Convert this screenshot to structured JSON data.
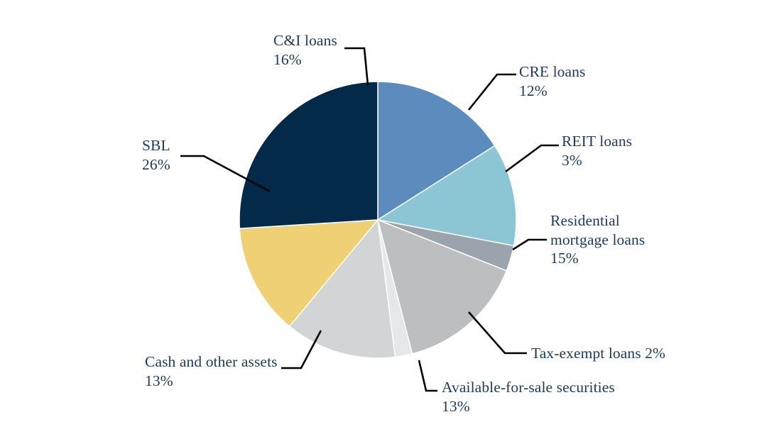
{
  "chart_data": {
    "type": "pie",
    "title": "",
    "subtitle": "",
    "xlabel": "",
    "ylabel": "",
    "legend_position": "callout-labels",
    "grid": false,
    "unit": "%",
    "total": 100,
    "start_angle_deg": -90,
    "direction": "clockwise",
    "categories": [
      "C&I loans",
      "CRE loans",
      "REIT loans",
      "Residential mortgage loans",
      "Tax-exempt loans",
      "Available-for-sale securities",
      "Cash and other assets",
      "SBL"
    ],
    "values": [
      16,
      12,
      3,
      15,
      2,
      13,
      13,
      26
    ],
    "colors": [
      "#5b8cbd",
      "#8cc5d4",
      "#9ba4ad",
      "#bcbec0",
      "#e5e7e9",
      "#d3d4d5",
      "#efd074",
      "#042a4a"
    ],
    "slices": [
      {
        "label": "C&I loans",
        "value": 16,
        "value_text": "16%",
        "color": "#5b8cbd"
      },
      {
        "label": "CRE loans",
        "value": 12,
        "value_text": "12%",
        "color": "#8cc5d4"
      },
      {
        "label": "REIT loans",
        "value": 3,
        "value_text": "3%",
        "color": "#9ba4ad"
      },
      {
        "label": "Residential mortgage loans",
        "value": 15,
        "value_text": "15%",
        "color": "#bcbec0"
      },
      {
        "label": "Tax-exempt loans",
        "value": 2,
        "value_text": "2%",
        "color": "#e5e7e9"
      },
      {
        "label": "Available-for-sale securities",
        "value": 13,
        "value_text": "13%",
        "color": "#d3d4d5"
      },
      {
        "label": "Cash and other assets",
        "value": 13,
        "value_text": "13%",
        "color": "#efd074"
      },
      {
        "label": "SBL",
        "value": 26,
        "value_text": "26%",
        "color": "#042a4a"
      }
    ]
  },
  "labels": {
    "ci": {
      "line1": "C&I loans",
      "line2": "16%"
    },
    "cre": {
      "line1": "CRE loans",
      "line2": "12%"
    },
    "reit": {
      "line1": "REIT loans",
      "line2": "3%"
    },
    "resi": {
      "line1": "Residential",
      "line2": "mortgage loans",
      "line3": "15%"
    },
    "taxex": {
      "line1": "Tax-exempt loans 2%"
    },
    "afs": {
      "line1": "Available-for-sale securities",
      "line2": "13%"
    },
    "cash": {
      "line1": "Cash and other assets",
      "line2": "13%"
    },
    "sbl": {
      "line1": "SBL",
      "line2": "26%"
    }
  },
  "style": {
    "label_color": "#1b3a5e",
    "leader_color": "#000000",
    "background": "#ffffff"
  }
}
